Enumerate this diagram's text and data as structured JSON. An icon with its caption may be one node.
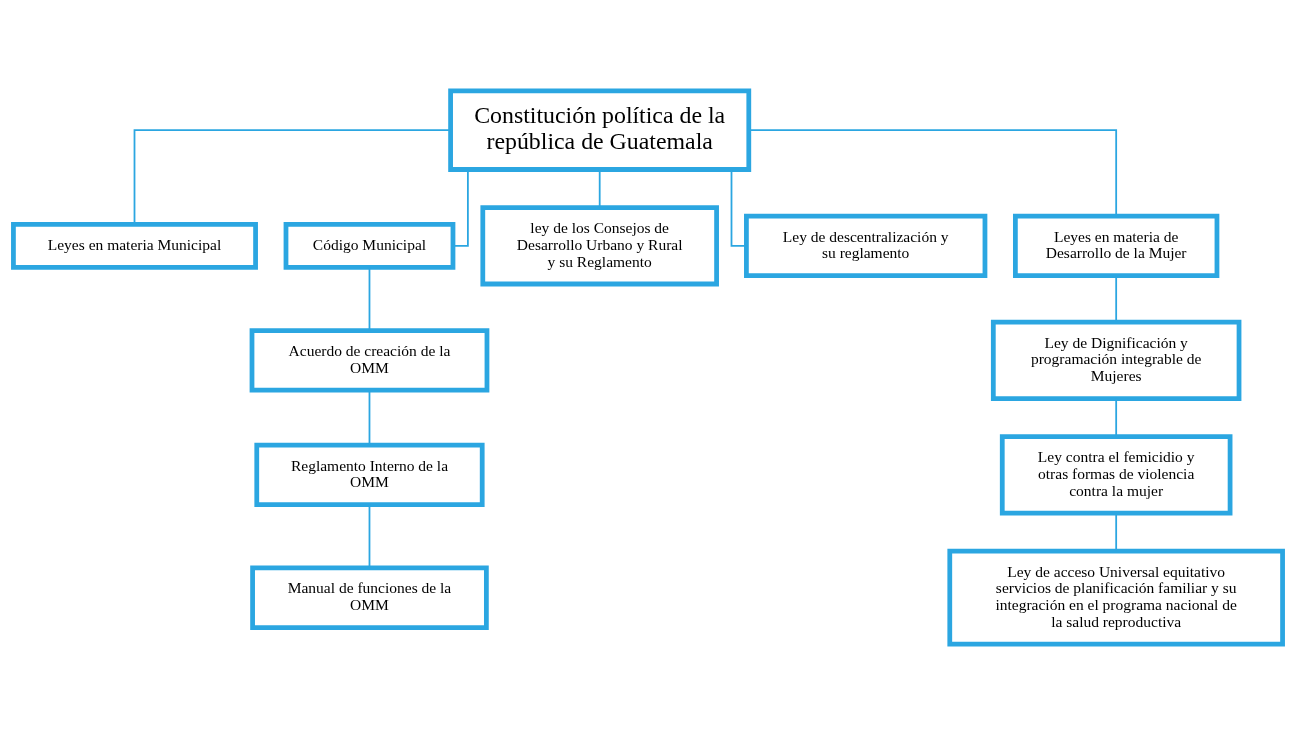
{
  "diagram": {
    "nodes": [
      {
        "text": [
          "Constitución política de la república de Guatemala"
        ]
      },
      {
        "text": [
          "Leyes en materia Municipal"
        ]
      },
      {
        "text": [
          "Código Municipal"
        ]
      },
      {
        "text": [
          "ley de los Consejos de Desarrollo Urbano y Rural y su Reglamento"
        ]
      },
      {
        "text": [
          "Ley de descentralización y su reglamento"
        ]
      },
      {
        "text": [
          "Leyes en materia de Desarrollo de la Mujer"
        ]
      },
      {
        "text": [
          "Acuerdo de creación de la OMM"
        ]
      },
      {
        "text": [
          "Reglamento Interno de la OMM"
        ]
      },
      {
        "text": [
          "Manual de funciones de la OMM"
        ]
      },
      {
        "text": [
          "Ley de Dignificación y programación integrable de Mujeres"
        ]
      },
      {
        "text": [
          "Ley contra el femicidio y otras formas de violencia contra la mujer"
        ]
      },
      {
        "text": [
          "Ley de acceso Universal equitativo servicios de planificación familiar y su integración en el programa nacional de la salud reproductiva"
        ]
      }
    ],
    "edges": [
      {
        "from": 0,
        "to": 1,
        "arrow": "none"
      },
      {
        "from": 0,
        "to": 5,
        "arrow": "none"
      },
      {
        "from": 0,
        "to": 2,
        "arrow": "none"
      },
      {
        "from": 0,
        "to": 3,
        "arrow": "none"
      },
      {
        "from": 0,
        "to": 4,
        "arrow": "none"
      },
      {
        "from": 2,
        "to": 6,
        "arrow": "none"
      },
      {
        "from": 6,
        "to": 7,
        "arrow": "none"
      },
      {
        "from": 7,
        "to": 8,
        "arrow": "none"
      },
      {
        "from": 5,
        "to": 9,
        "arrow": "none"
      },
      {
        "from": 9,
        "to": 10,
        "arrow": "none"
      },
      {
        "from": 10,
        "to": 11,
        "arrow": "none"
      }
    ]
  }
}
